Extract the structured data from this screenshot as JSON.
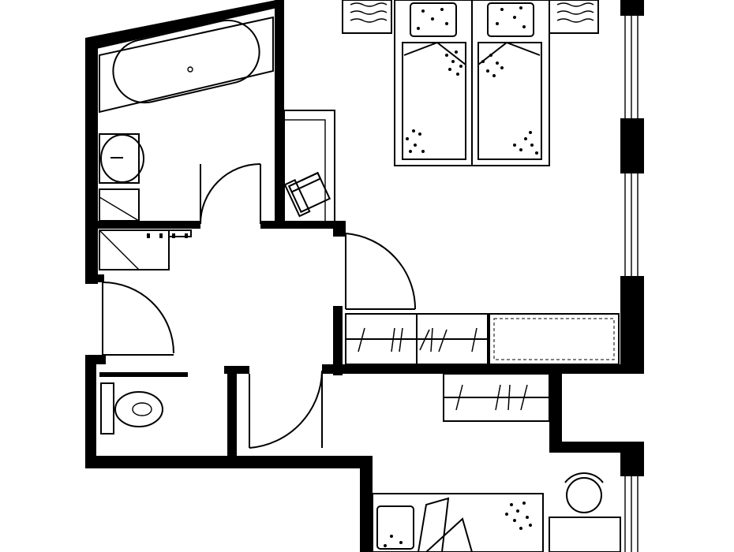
{
  "plan": {
    "type": "apartment-floor-plan",
    "rooms": [
      "bathroom",
      "hallway",
      "toilet",
      "master-bedroom",
      "second-bedroom"
    ],
    "fixtures": [
      "bathtub",
      "washbasin",
      "shower",
      "toilet",
      "double-bed",
      "single-bed",
      "nightstand",
      "desk",
      "desk-chair",
      "wardrobe",
      "round-table",
      "radiator"
    ],
    "colors": {
      "wall": "#000000",
      "background": "#ffffff",
      "furniture_line": "#000000"
    }
  }
}
